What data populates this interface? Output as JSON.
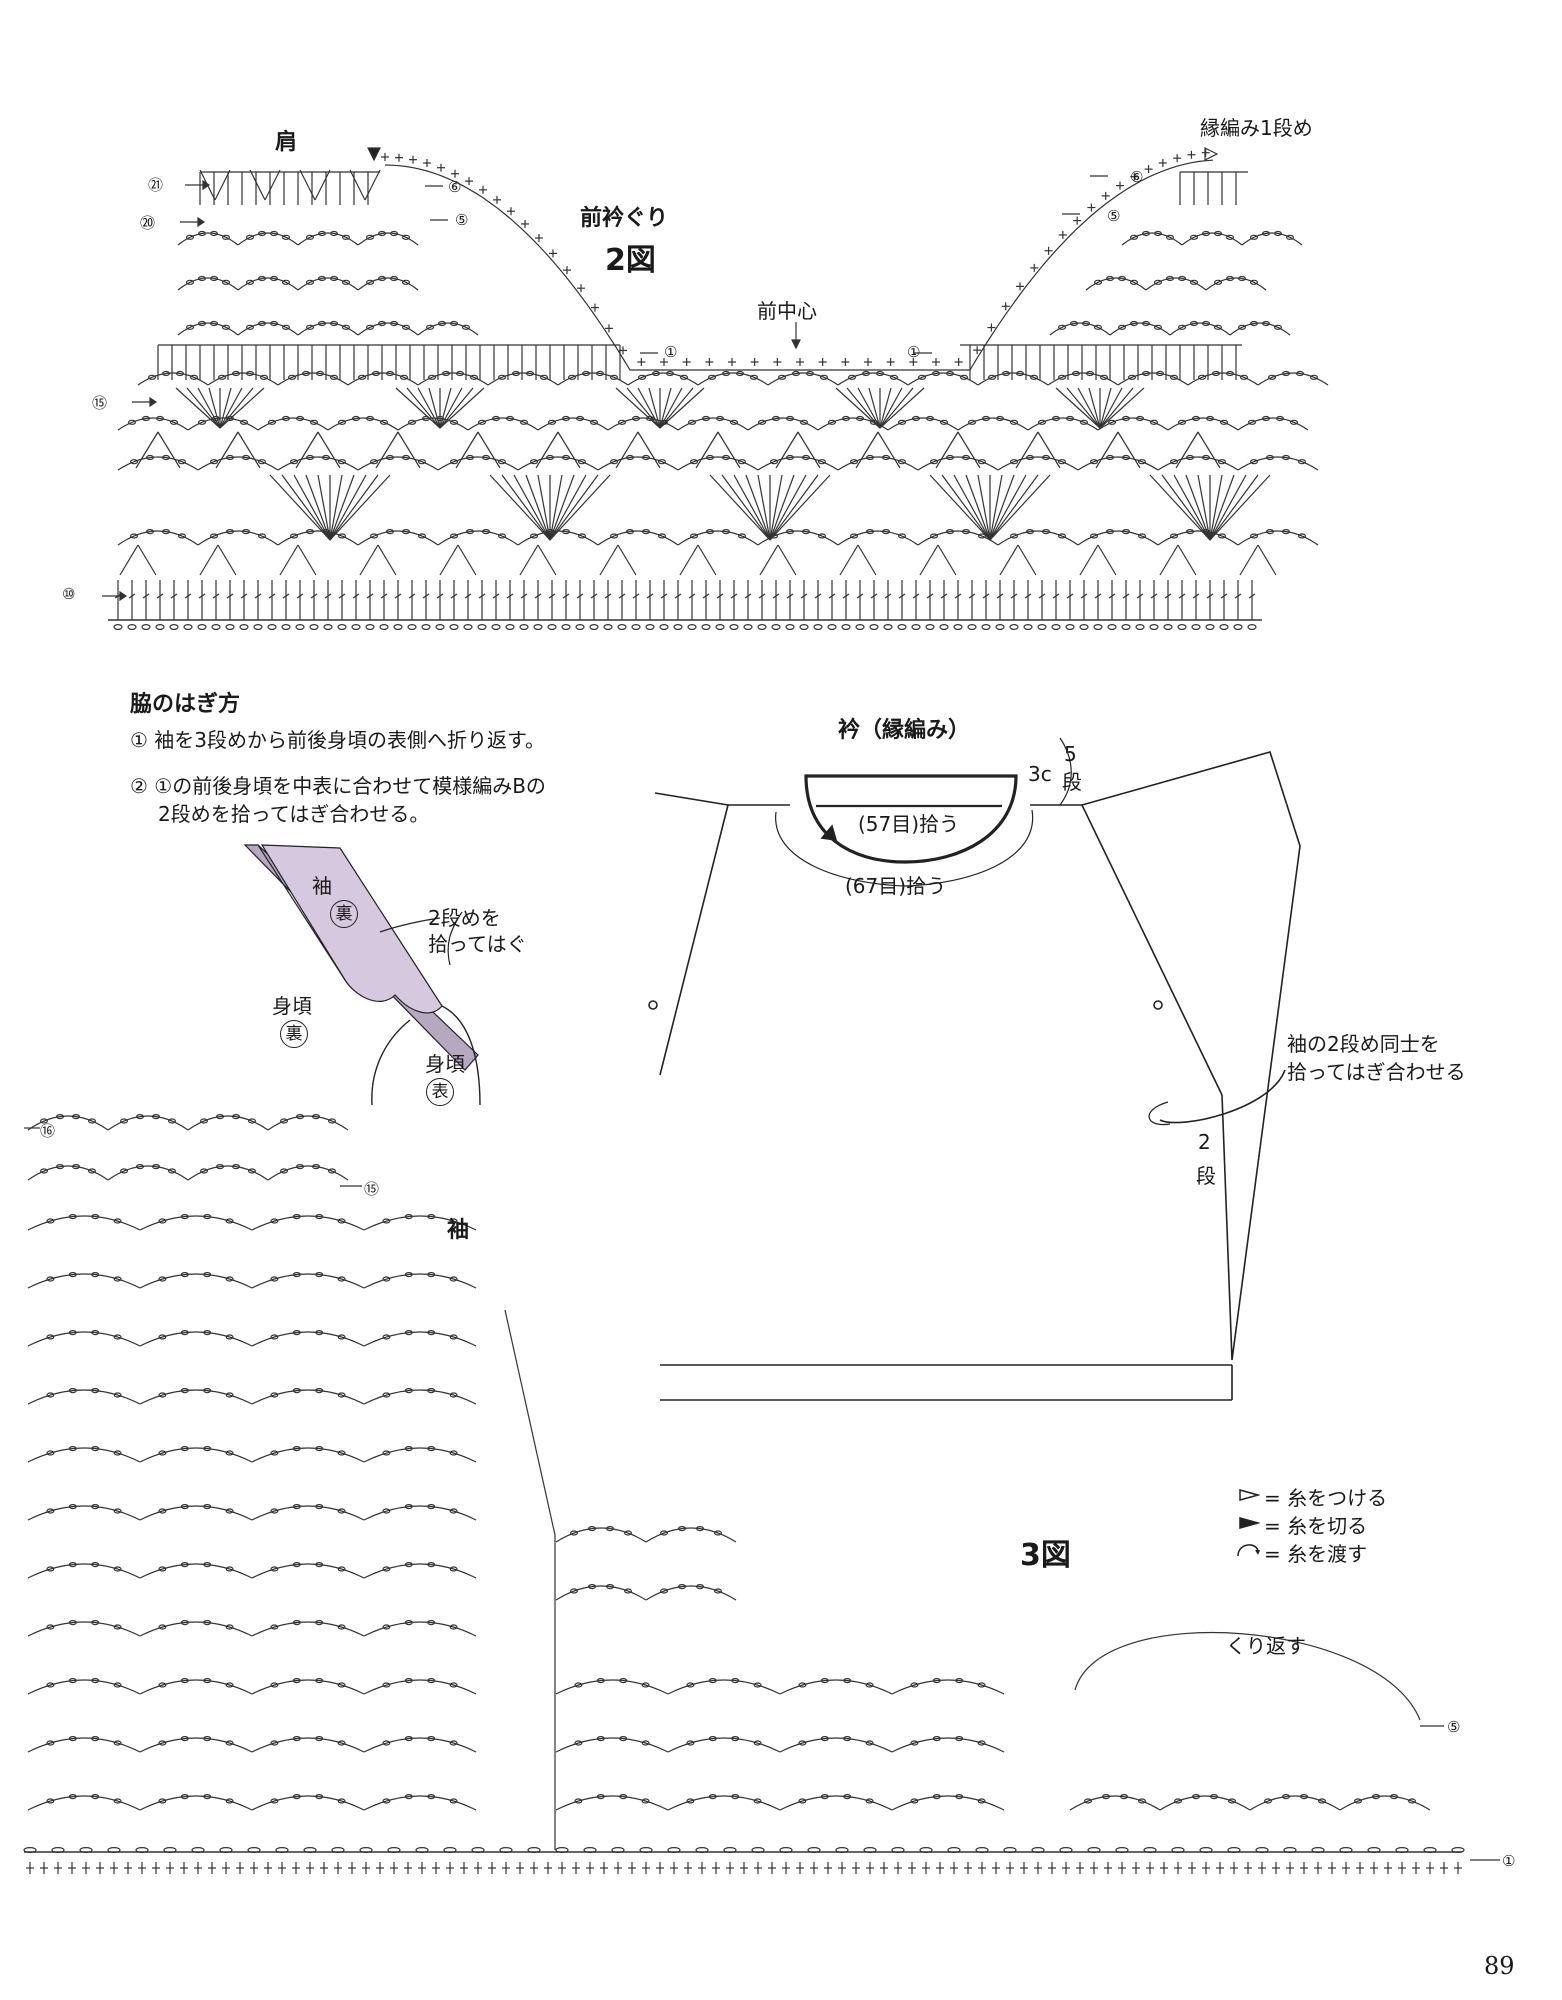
{
  "figure2": {
    "title": "2図",
    "subtitle": "前衿ぐり",
    "shoulder": "肩",
    "front_center": "前中心",
    "edge_row1": "縁編み1段め",
    "rows_left": [
      "㉑",
      "⑳",
      "⑮",
      "⑩"
    ],
    "rows_neck": [
      "⑥",
      "⑤",
      "①"
    ]
  },
  "side_join": {
    "heading": "脇のはぎ方",
    "step1": "① 袖を3段めから前後身頃の表側へ折り返す。",
    "step2a": "② ①の前後身頃を中表に合わせて模様編みBの",
    "step2b": "2段めを拾ってはぎ合わせる。",
    "sleeve": "袖",
    "body": "身頃",
    "wrong": "裏",
    "right": "表",
    "note_a": "2段めを",
    "note_b": "拾ってはぐ"
  },
  "collar": {
    "title": "衿（縁編み）",
    "depth": "3c",
    "rows": "5",
    "rows_unit": "段",
    "pick_inner": "(57目)拾う",
    "pick_outer": "(67目)拾う",
    "join_a": "袖の2段め同士を",
    "join_b": "拾ってはぎ合わせる",
    "rows2": "2",
    "rows2_unit": "段"
  },
  "figure3": {
    "title": "3図",
    "sleeve": "袖",
    "repeat": "くり返す",
    "rows": [
      "⑯",
      "⑮",
      "⑤",
      "①"
    ]
  },
  "legend": {
    "attach": "= 糸をつける",
    "cut": "= 糸を切る",
    "carry": "= 糸を渡す"
  },
  "page_number": "89"
}
